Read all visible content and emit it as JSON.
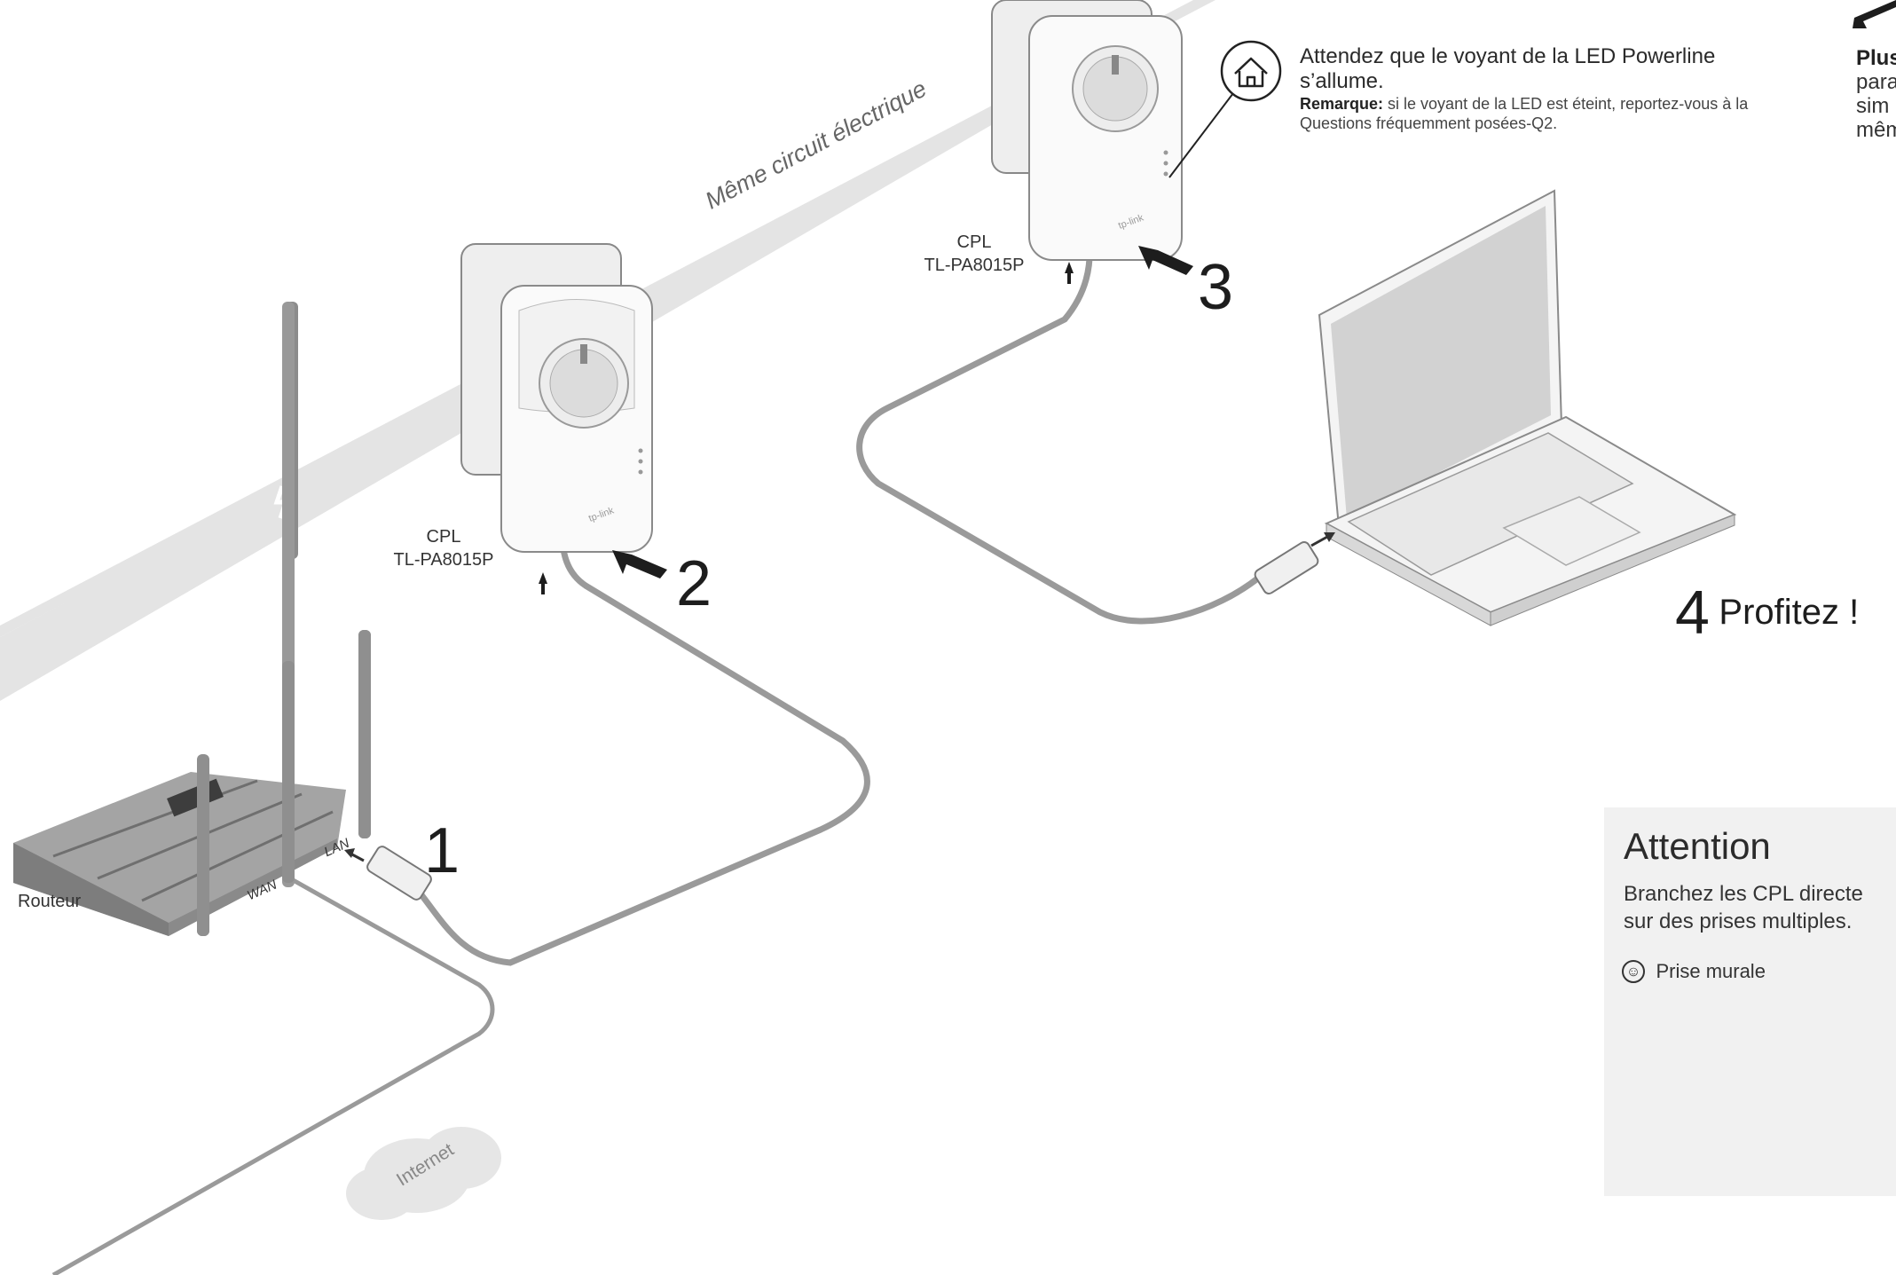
{
  "diagram": {
    "circuit_label": "Même circuit électrique",
    "router_label": "Routeur",
    "internet_label": "Internet",
    "port_wan": "WAN",
    "port_lan": "LAN",
    "adapter_left_line1": "CPL",
    "adapter_left_line2": "TL-PA8015P",
    "adapter_right_line1": "CPL",
    "adapter_right_line2": "TL-PA8015P",
    "step1": "1",
    "step2": "2",
    "step3": "3",
    "step4_number": "4",
    "step4_text": "Profitez !"
  },
  "led_info": {
    "title": "Attendez que le voyant de la LED Powerline s’allume.",
    "note_label": "Remarque:",
    "note_text": " si le voyant de la LED est éteint, reportez-vous à la Questions fréquemment posées-Q2."
  },
  "side_note": {
    "line1": "Plus",
    "line2": "para",
    "line3": "sim",
    "line4": "mêm"
  },
  "attention": {
    "title": "Attention",
    "line1": "Branchez les CPL directe",
    "line2": "sur des prises multiples.",
    "option_label": "Prise murale",
    "option_icon": "smiley-icon"
  }
}
